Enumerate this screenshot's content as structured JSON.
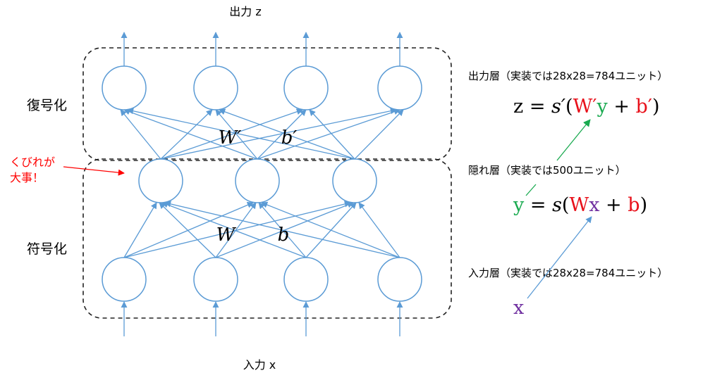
{
  "labels": {
    "output_top": "出力 z",
    "input_bottom": "入力 x",
    "decode_section": "復号化",
    "encode_section": "符号化",
    "bottleneck_note_line1": "くびれが",
    "bottleneck_note_line2": "大事！"
  },
  "weights": {
    "decoder_W": "W′",
    "decoder_b": "b′",
    "encoder_W": "W",
    "encoder_b": "b"
  },
  "layers": {
    "output": {
      "caption": "出力層（実装では28x28=784ユニット）",
      "units_drawn": 4
    },
    "hidden": {
      "caption": "隠れ層（実装では500ユニット）",
      "units_drawn": 3
    },
    "input": {
      "caption": "入力層（実装では28x28=784ユニット）",
      "units_drawn": 4
    }
  },
  "equations": {
    "decoder": {
      "lhs": "z",
      "eq": " = ",
      "func": "s′",
      "open": "(",
      "W": "W′",
      "var": "y",
      "plus": " + ",
      "b": "b′",
      "close": ")"
    },
    "encoder": {
      "lhs": "y",
      "eq": " = ",
      "func": "s",
      "open": "(",
      "W": "W",
      "var": "x",
      "plus": " + ",
      "b": "b",
      "close": ")"
    },
    "input": {
      "var": "x"
    }
  },
  "colors": {
    "node": "#5b9bd5",
    "weight_red": "#e8101a",
    "hidden_green": "#1aaa50",
    "input_purple": "#7030a0",
    "note_red": "#ff0000",
    "box_dash": "#222222"
  }
}
